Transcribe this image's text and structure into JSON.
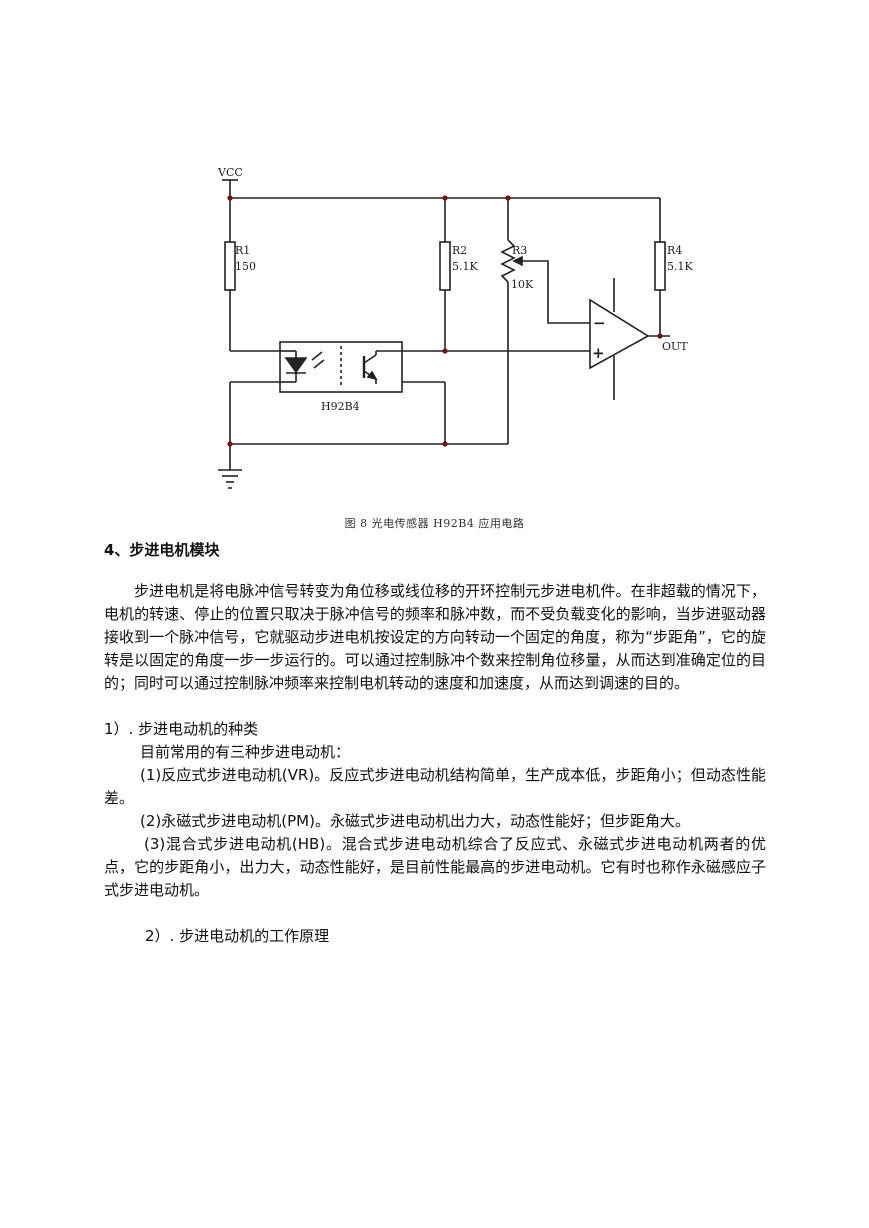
{
  "figure": {
    "labels": {
      "vcc": "VCC",
      "r1": "R1",
      "r1_value": "150",
      "r2": "R2",
      "r2_value": "5.1K",
      "r3": "R3",
      "r3_value": "10K",
      "r4": "R4",
      "r4_value": "5.1K",
      "out": "OUT",
      "sensor": "H92B4",
      "minus": "−",
      "plus": "+"
    },
    "caption": "图 8  光电传感器 H92B4 应用电路"
  },
  "section": {
    "heading": "4、步进电机模块",
    "intro": "步进电机是将电脉冲信号转变为角位移或线位移的开环控制元步进电机件。在非超载的情况下，电机的转速、停止的位置只取决于脉冲信号的频率和脉冲数，而不受负载变化的影响，当步进驱动器接收到一个脉冲信号，它就驱动步进电机按设定的方向转动一个固定的角度，称为“步距角”，它的旋转是以固定的角度一步一步运行的。可以通过控制脉冲个数来控制角位移量，从而达到准确定位的目的；同时可以通过控制脉冲频率来控制电机转动的速度和加速度，从而达到调速的目的。",
    "sub1_title": "1）. 步进电动机的种类",
    "sub1_intro": "目前常用的有三种步进电动机：",
    "type1": "(1)反应式步进电动机(VR)。反应式步进电动机结构简单，生产成本低，步距角小；但动态性能差。",
    "type2": "(2)永磁式步进电动机(PM)。永磁式步进电动机出力大，动态性能好；但步距角大。",
    "type3": "(3)混合式步进电动机(HB)。混合式步进电动机综合了反应式、永磁式步进电动机两者的优点，它的步距角小，出力大，动态性能好，是目前性能最高的步进电动机。它有时也称作永磁感应子式步进电动机。",
    "sub2_title": "2）. 步进电动机的工作原理"
  }
}
